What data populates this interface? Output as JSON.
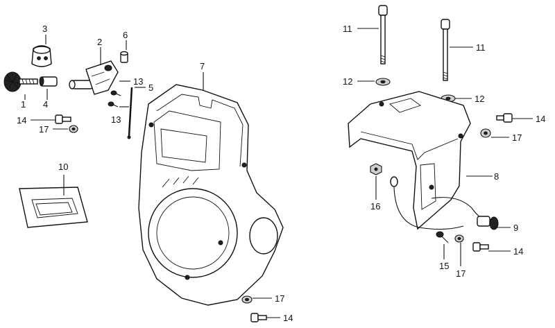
{
  "diagram": {
    "callouts": {
      "c1": "1",
      "c2": "2",
      "c3": "3",
      "c4": "4",
      "c5": "5",
      "c6": "6",
      "c7": "7",
      "c8": "8",
      "c9": "9",
      "c10": "10",
      "c11a": "11",
      "c11b": "11",
      "c12a": "12",
      "c12b": "12",
      "c13a": "13",
      "c13b": "13",
      "c14a": "14",
      "c14b": "14",
      "c14c": "14",
      "c14d": "14",
      "c15": "15",
      "c16": "16",
      "c17a": "17",
      "c17b": "17",
      "c17c": "17",
      "c17d": "17"
    }
  }
}
